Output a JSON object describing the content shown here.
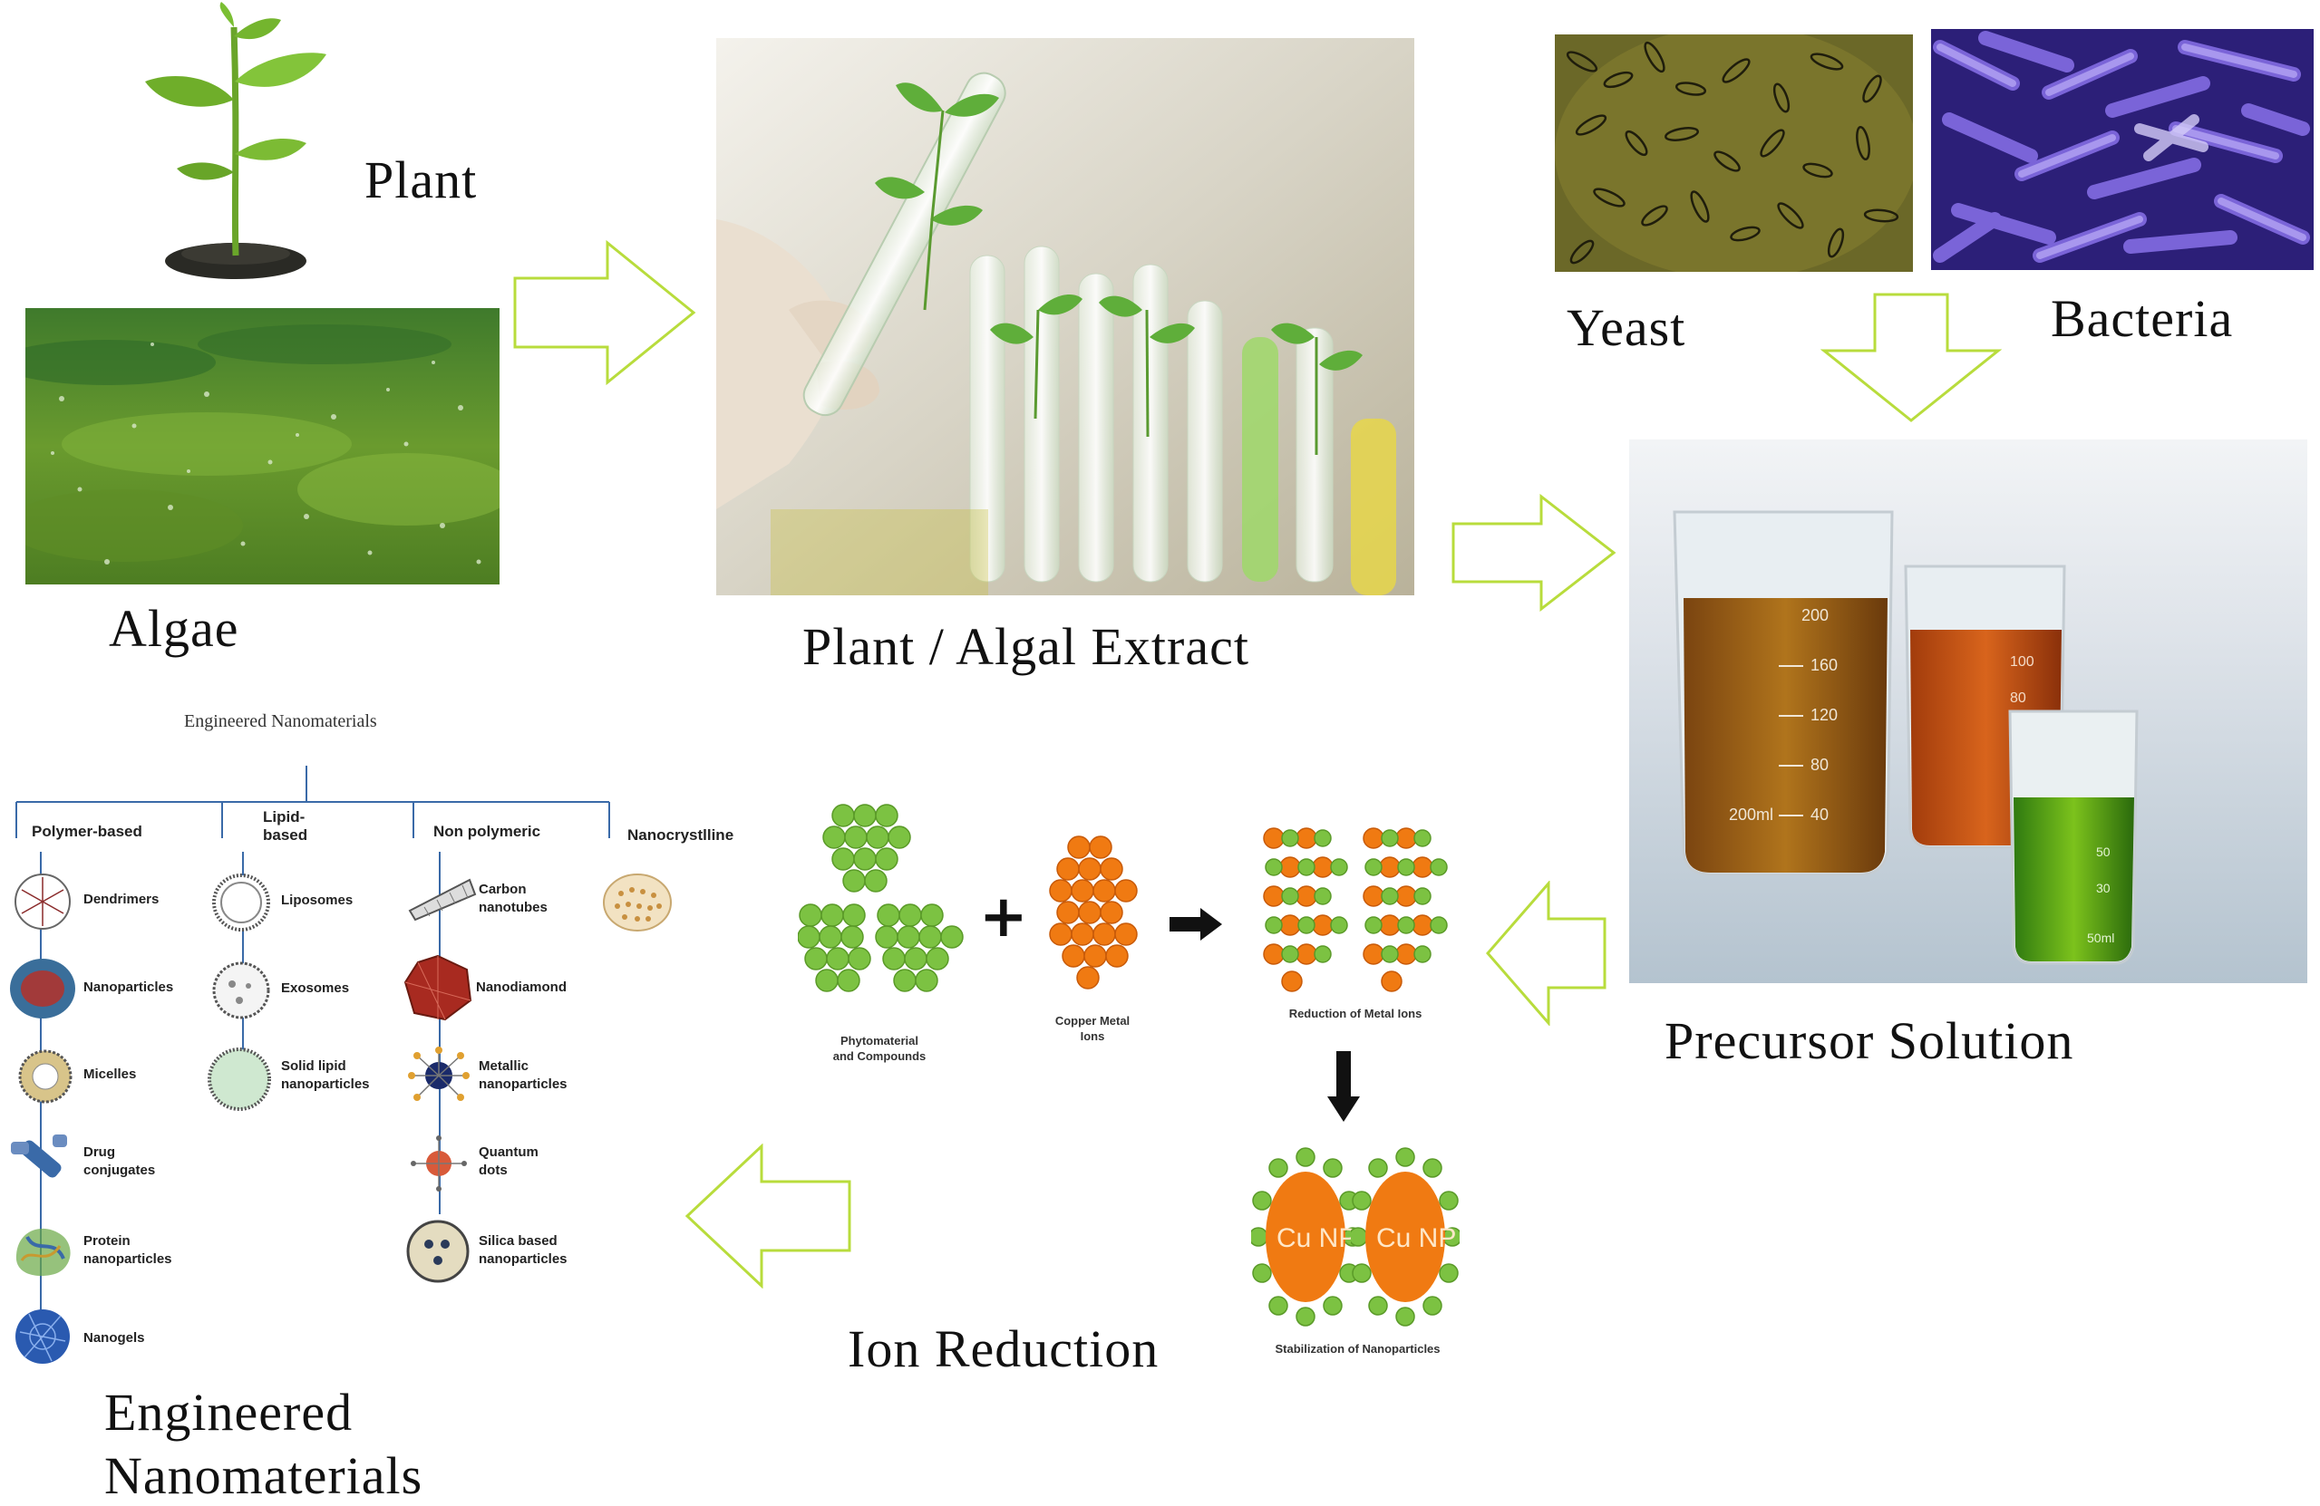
{
  "captions": {
    "plant": "Plant",
    "algae": "Algae",
    "extract": "Plant / Algal Extract",
    "yeast": "Yeast",
    "bacteria": "Bacteria",
    "precursor": "Precursor Solution",
    "ion_reduction": "Ion Reduction",
    "engineered_line1": "Engineered",
    "engineered_line2": "Nanomaterials"
  },
  "tree": {
    "title": "Engineered Nanomaterials",
    "columns": [
      {
        "header": "Polymer-based",
        "items": [
          "Dendrimers",
          "Nanoparticles",
          "Micelles",
          "Drug conjugates",
          "Protein nanoparticles",
          "Nanogels"
        ]
      },
      {
        "header": "Lipid-based",
        "items": [
          "Liposomes",
          "Exosomes",
          "Solid lipid nanoparticles"
        ]
      },
      {
        "header": "Non polymeric",
        "items": [
          "Carbon nanotubes",
          "Nanodiamond",
          "Metallic nanoparticles",
          "Quantum dots",
          "Silica based nanoparticles"
        ]
      },
      {
        "header": "Nanocrystlline",
        "items": []
      }
    ]
  },
  "reaction": {
    "phyto_label": "Phytomaterial and Compounds",
    "copper_label": "Copper Metal Ions",
    "reduction_label": "Reduction of Metal Ions",
    "stabilization_label": "Stabilization of Nanoparticles",
    "np_label": "Cu NP",
    "plus": "+"
  },
  "beakers": {
    "marks_large": [
      "200",
      "160",
      "120",
      "80",
      "40",
      "200ml"
    ],
    "marks_mid": [
      "100",
      "80"
    ],
    "marks_small": [
      "50",
      "30",
      "50ml"
    ]
  },
  "colors": {
    "arrow_outline": "#b8dc3c",
    "algae_green": "#5f8f2a",
    "yeast_bg": "#6e6a2a",
    "bacteria_purple": "#6b56c8",
    "copper_orange": "#f07a12",
    "phyto_green": "#7cc242"
  }
}
